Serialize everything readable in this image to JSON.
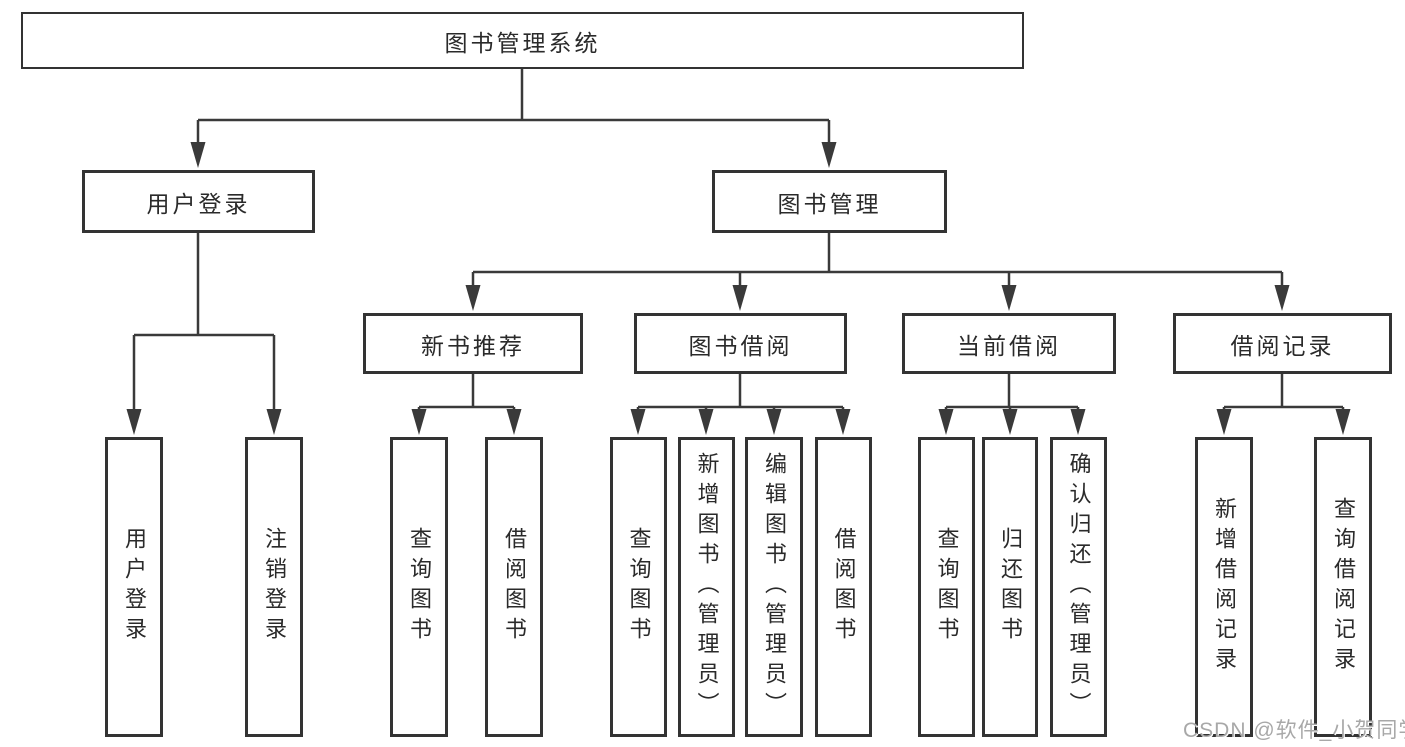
{
  "tree": {
    "root": {
      "label": "图书管理系统"
    },
    "branches": [
      {
        "label": "用户登录",
        "children": [
          {
            "label": "用户登录"
          },
          {
            "label": "注销登录"
          }
        ]
      },
      {
        "label": "图书管理",
        "children": [
          {
            "label": "新书推荐",
            "children": [
              {
                "label": "查询图书"
              },
              {
                "label": "借阅图书"
              }
            ]
          },
          {
            "label": "图书借阅",
            "children": [
              {
                "label": "查询图书"
              },
              {
                "label": "新增图书（管理员）"
              },
              {
                "label": "编辑图书（管理员）"
              },
              {
                "label": "借阅图书"
              }
            ]
          },
          {
            "label": "当前借阅",
            "children": [
              {
                "label": "查询图书"
              },
              {
                "label": "归还图书"
              },
              {
                "label": "确认归还（管理员）"
              }
            ]
          },
          {
            "label": "借阅记录",
            "children": [
              {
                "label": "新增借阅记录"
              },
              {
                "label": "查询借阅记录"
              }
            ]
          }
        ]
      }
    ]
  },
  "watermark": "CSDN @软件_小贺同学",
  "colors": {
    "line": "#3a3a3a",
    "border": "#333333",
    "text": "#2a2a2a",
    "watermark": "#a8a8a8",
    "background": "#ffffff"
  }
}
